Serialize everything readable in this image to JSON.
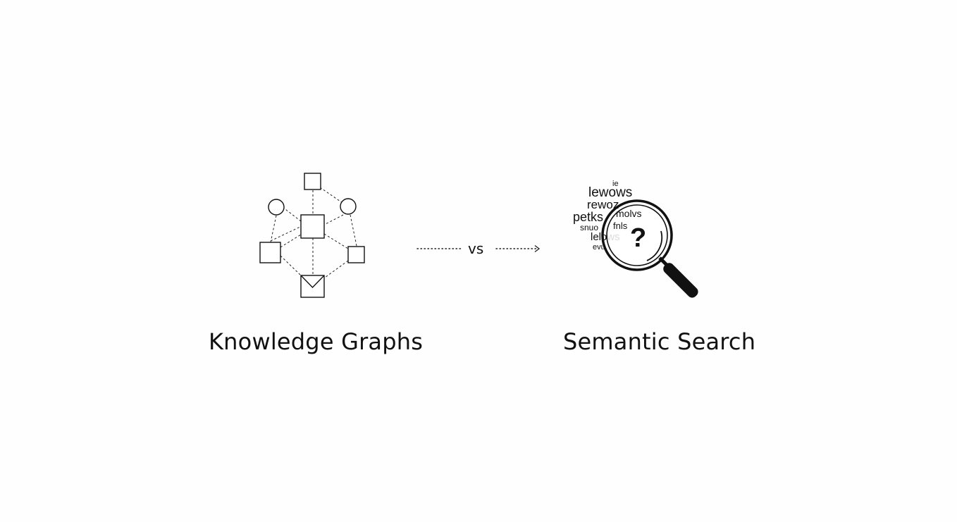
{
  "left": {
    "caption": "Knowledge Graphs",
    "icon": "knowledge-graph-network-icon"
  },
  "center": {
    "label": "vs",
    "icon": "dotted-arrow-right-icon"
  },
  "right": {
    "caption": "Semantic Search",
    "icon": "magnifying-glass-icon",
    "words": [
      "ie",
      "lewows",
      "rewoz",
      "petks",
      "snuo",
      "lelows",
      "evu",
      "molvs",
      "fnls"
    ],
    "glyph": "?"
  },
  "colors": {
    "ink": "#111111",
    "background": "#fefefe"
  }
}
